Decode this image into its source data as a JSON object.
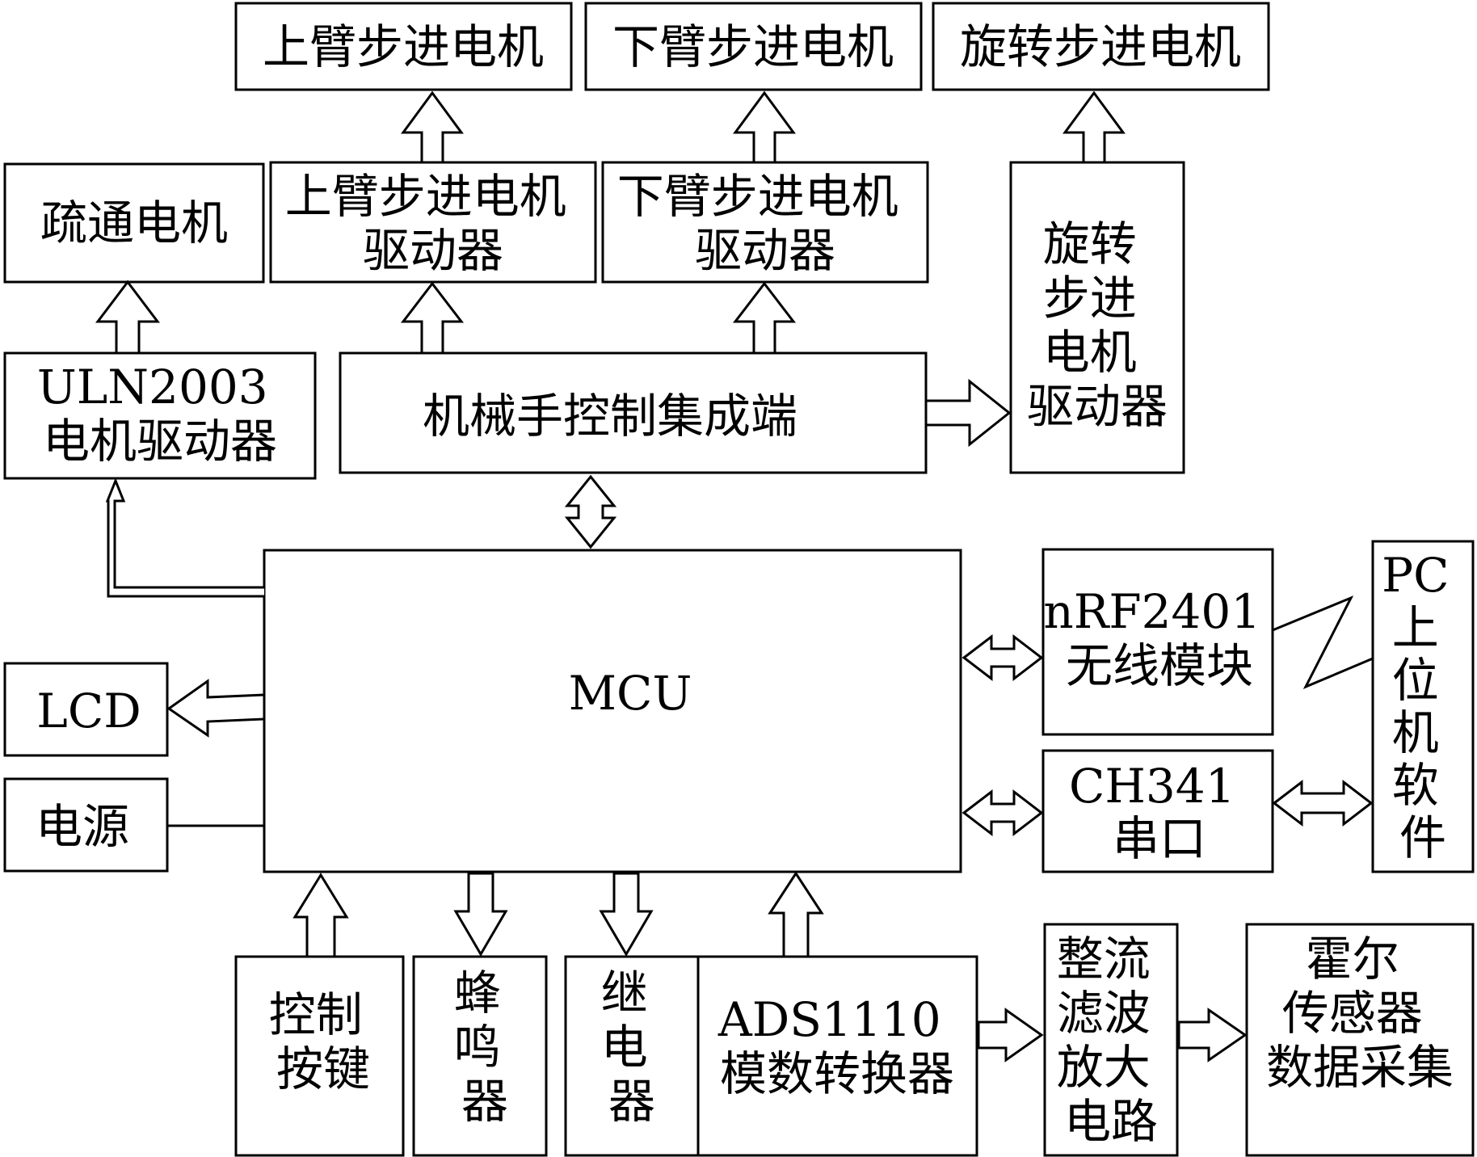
{
  "blocks": {
    "upper_motor": [
      "上臂步进电机"
    ],
    "lower_motor": [
      "下臂步进电机"
    ],
    "rotate_motor": [
      "旋转步进电机"
    ],
    "dredge_motor": [
      "疏通电机"
    ],
    "upper_driver": [
      "上臂步进电机",
      "驱动器"
    ],
    "lower_driver": [
      "下臂步进电机",
      "驱动器"
    ],
    "rotate_driver": [
      "旋转",
      "步进",
      "电机",
      "驱动器"
    ],
    "uln2003": [
      "ULN2003",
      "电机驱动器"
    ],
    "manip": [
      "机械手控制集成端"
    ],
    "mcu": [
      "MCU"
    ],
    "lcd": [
      "LCD"
    ],
    "power": [
      "电源"
    ],
    "nrf": [
      "nRF2401",
      "无线模块"
    ],
    "ch341": [
      "CH341",
      "串口"
    ],
    "pc": [
      "PC",
      "上",
      "位",
      "机",
      "软",
      "件"
    ],
    "keys": [
      "控制",
      "按键"
    ],
    "buzzer": [
      "蜂",
      "鸣",
      "器"
    ],
    "relay": [
      "继",
      "电",
      "器"
    ],
    "ads": [
      "ADS1110",
      "模数转换器"
    ],
    "filter": [
      "整流",
      "滤波",
      "放大",
      "电路"
    ],
    "hall": [
      "霍尔",
      "传感器",
      "数据采集"
    ]
  },
  "colors": {
    "stroke": "#000000",
    "fill": "#ffffff"
  }
}
